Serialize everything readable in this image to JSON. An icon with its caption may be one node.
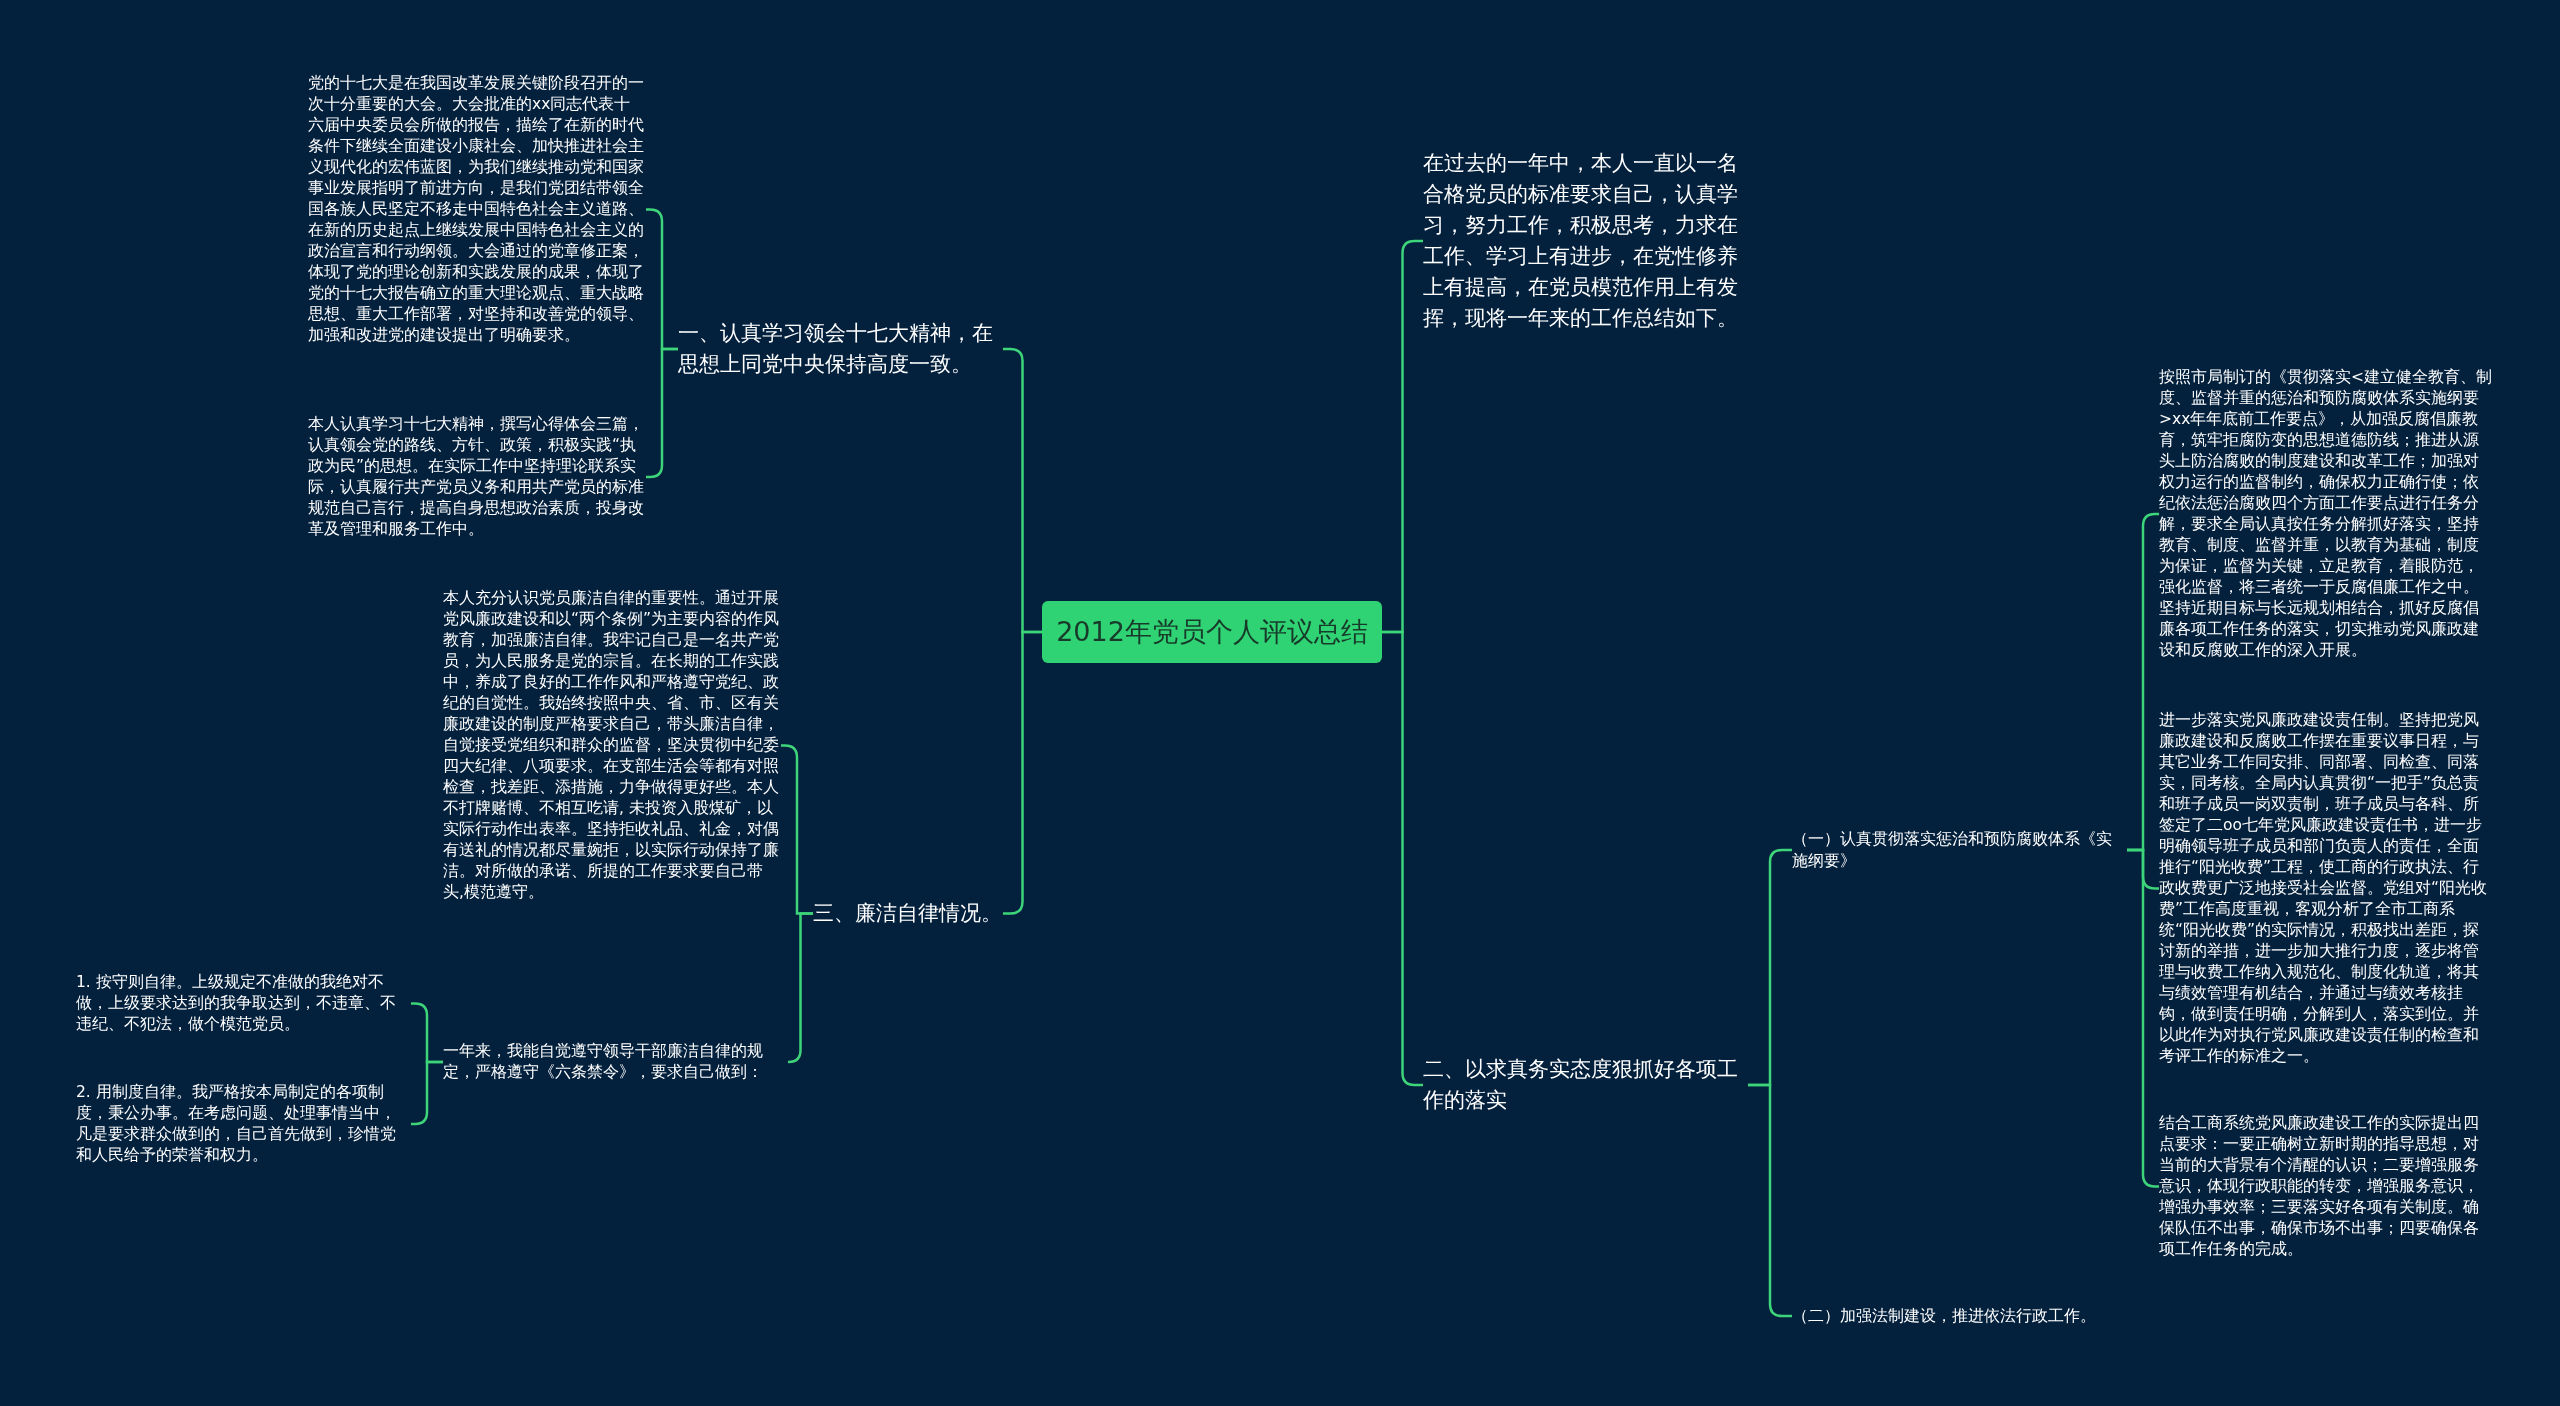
{
  "diagram": {
    "nodes": [
      {
        "text": [
          "2012年党员个人评议总结"
        ]
      },
      {
        "text": [
          "一、认真学习领会十七大精神，在思想上同党中央保持高度一致。"
        ]
      },
      {
        "text": [
          "党的十七大是在我国改革发展关键阶段召开的一次十分重要的大会。大会批准的xx同志代表十六届中央委员会所做的报告，描绘了在新的时代条件下继续全面建设小康社会、加快推进社会主义现代化的宏伟蓝图，为我们继续推动党和国家事业发展指明了前进方向，是我们党团结带领全国各族人民坚定不移走中国特色社会主义道路、在新的历史起点上继续发展中国特色社会主义的政治宣言和行动纲领。大会通过的党章修正案，体现了党的理论创新和实践发展的成果，体现了党的十七大报告确立的重大理论观点、重大战略思想、重大工作部署，对坚持和改善党的领导、加强和改进党的建设提出了明确要求。"
        ]
      },
      {
        "text": [
          "本人认真学习十七大精神，撰写心得体会三篇，认真领会党的路线、方针、政策，积极实践“执政为民”的思想。在实际工作中坚持理论联系实际，认真履行共产党员义务和用共产党员的标准规范自己言行，提高自身思想政治素质，投身改革及管理和服务工作中。"
        ]
      },
      {
        "text": [
          "三、廉洁自律情况。"
        ]
      },
      {
        "text": [
          "本人充分认识党员廉洁自律的重要性。通过开展党风廉政建设和以“两个条例”为主要内容的作风教育，加强廉洁自律。我牢记自己是一名共产党员，为人民服务是党的宗旨。在长期的工作实践中，养成了良好的工作作风和严格遵守党纪、政纪的自觉性。我始终按照中央、省、市、区有关廉政建设的制度严格要求自己，带头廉洁自律，自觉接受党组织和群众的监督，坚决贯彻中纪委四大纪律、八项要求。在支部生活会等都有对照检查，找差距、添措施，力争做得更好些。本人不打牌赌博、不相互吃请, 未投资入股煤矿，以实际行动作出表率。坚持拒收礼品、礼金，对偶有送礼的情况都尽量婉拒，以实际行动保持了廉洁。对所做的承诺、所提的工作要求要自己带头,模范遵守。"
        ]
      },
      {
        "text": [
          "一年来，我能自觉遵守领导干部廉洁自律的规定，严格遵守《六条禁令》，要求自己做到："
        ]
      },
      {
        "text": [
          "1. 按守则自律。上级规定不准做的我绝对不做，上级要求达到的我争取达到，不违章、不违纪、不犯法，做个模范党员。"
        ]
      },
      {
        "text": [
          "2. 用制度自律。我严格按本局制定的各项制度，秉公办事。在考虑问题、处理事情当中，凡是要求群众做到的，自己首先做到，珍惜党和人民给予的荣誉和权力。"
        ]
      },
      {
        "text": [
          "在过去的一年中，本人一直以一名合格党员的标准要求自己，认真学习，努力工作，积极思考，力求在工作、学习上有进步，在党性修养上有提高，在党员模范作用上有发挥，现将一年来的工作总结如下。"
        ]
      },
      {
        "text": [
          "二、以求真务实态度狠抓好各项工作的落实"
        ]
      },
      {
        "text": [
          "（一）认真贯彻落实惩治和预防腐败体系《实施纲要》"
        ]
      },
      {
        "text": [
          "按照市局制订的《贯彻落实<建立健全教育、制度、监督并重的惩治和预防腐败体系实施纲要>xx年年底前工作要点》，从加强反腐倡廉教育，筑牢拒腐防变的思想道德防线；推进从源头上防治腐败的制度建设和改革工作；加强对权力运行的监督制约，确保权力正确行使；依纪依法惩治腐败四个方面工作要点进行任务分解，要求全局认真按任务分解抓好落实，坚持教育、制度、监督并重，以教育为基础，制度为保证，监督为关键，立足教育，着眼防范，强化监督，将三者统一于反腐倡廉工作之中。坚持近期目标与长远规划相结合，抓好反腐倡廉各项工作任务的落实，切实推动党风廉政建设和反腐败工作的深入开展。"
        ]
      },
      {
        "text": [
          "进一步落实党风廉政建设责任制。坚持把党风廉政建设和反腐败工作摆在重要议事日程，与其它业务工作同安排、同部署、同检查、同落实，同考核。全局内认真贯彻“一把手”负总责和班子成员一岗双责制，班子成员与各科、所签定了二oo七年党风廉政建设责任书，进一步明确领导班子成员和部门负责人的责任，全面推行“阳光收费”工程，使工商的行政执法、行政收费更广泛地接受社会监督。党组对“阳光收费”工作高度重视，客观分析了全市工商系统“阳光收费”的实际情况，积极找出差距，探讨新的举措，进一步加大推行力度，逐步将管理与收费工作纳入规范化、制度化轨道，将其与绩效管理有机结合，并通过与绩效考核挂钩，做到责任明确，分解到人，落实到位。并以此作为对执行党风廉政建设责任制的检查和考评工作的标准之一。"
        ]
      },
      {
        "text": [
          "结合工商系统党风廉政建设工作的实际提出四点要求：一要正确树立新时期的指导思想，对当前的大背景有个清醒的认识；二要增强服务意识，体现行政职能的转变，增强服务意识，增强办事效率；三要落实好各项有关制度。确保队伍不出事，确保市场不出事；四要确保各项工作任务的完成。"
        ]
      },
      {
        "text": [
          "（二）加强法制建设，推进依法行政工作。"
        ]
      }
    ],
    "edges": [
      {
        "from": 0,
        "to": 1,
        "arrow": "none"
      },
      {
        "from": 1,
        "to": 2,
        "arrow": "none"
      },
      {
        "from": 1,
        "to": 3,
        "arrow": "none"
      },
      {
        "from": 0,
        "to": 4,
        "arrow": "none"
      },
      {
        "from": 4,
        "to": 5,
        "arrow": "none"
      },
      {
        "from": 4,
        "to": 6,
        "arrow": "none"
      },
      {
        "from": 6,
        "to": 7,
        "arrow": "none"
      },
      {
        "from": 6,
        "to": 8,
        "arrow": "none"
      },
      {
        "from": 0,
        "to": 9,
        "arrow": "none"
      },
      {
        "from": 0,
        "to": 10,
        "arrow": "none"
      },
      {
        "from": 10,
        "to": 11,
        "arrow": "none"
      },
      {
        "from": 10,
        "to": 15,
        "arrow": "none"
      },
      {
        "from": 11,
        "to": 12,
        "arrow": "none"
      },
      {
        "from": 11,
        "to": 13,
        "arrow": "none"
      },
      {
        "from": 11,
        "to": 14,
        "arrow": "none"
      }
    ]
  }
}
